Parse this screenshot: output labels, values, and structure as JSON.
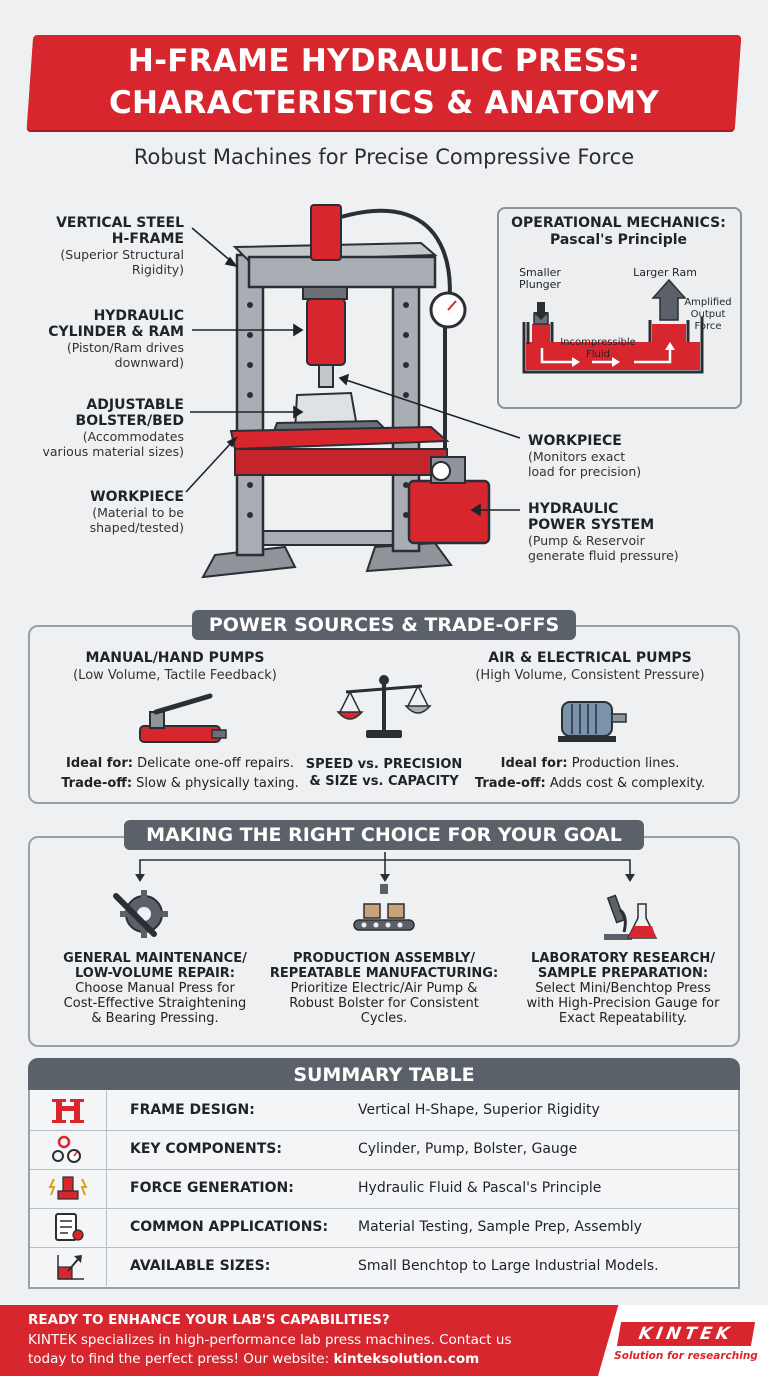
{
  "header": {
    "title_line1": "H-FRAME HYDRAULIC PRESS:",
    "title_line2": "CHARACTERISTICS & ANATOMY",
    "subtitle": "Robust Machines for Precise Compressive Force"
  },
  "anatomy": {
    "frame": {
      "title1": "VERTICAL STEEL",
      "title2": "H-FRAME",
      "desc1": "(Superior Structural",
      "desc2": "Rigidity)"
    },
    "cylinder": {
      "title1": "HYDRAULIC",
      "title2": "CYLINDER & RAM",
      "desc1": "(Piston/Ram drives",
      "desc2": "downward)"
    },
    "bolster": {
      "title1": "ADJUSTABLE",
      "title2": "BOLSTER/BED",
      "desc1": "(Accommodates",
      "desc2": "various material sizes)"
    },
    "workpiece_left": {
      "title": "WORKPIECE",
      "desc1": "(Material to be",
      "desc2": "shaped/tested)"
    },
    "workpiece_right": {
      "title": "WORKPIECE",
      "desc1": "(Monitors exact",
      "desc2": "load for precision)"
    },
    "power": {
      "title1": "HYDRAULIC",
      "title2": "POWER SYSTEM",
      "desc1": "(Pump & Reservoir",
      "desc2": "generate fluid pressure)"
    }
  },
  "mechanics": {
    "title1": "OPERATIONAL MECHANICS:",
    "title2": "Pascal's Principle",
    "smaller1": "Smaller",
    "smaller2": "Plunger",
    "larger": "Larger Ram",
    "amplified1": "Amplified",
    "amplified2": "Output",
    "amplified3": "Force",
    "fluid1": "Incompressible",
    "fluid2": "Fluid"
  },
  "power_sources": {
    "heading": "POWER SOURCES & TRADE-OFFS",
    "manual": {
      "title": "MANUAL/HAND PUMPS",
      "sub": "(Low Volume, Tactile Feedback)",
      "ideal_label": "Ideal for:",
      "ideal_text": " Delicate one-off repairs.",
      "trade_label": "Trade-off:",
      "trade_text": " Slow & physically taxing."
    },
    "center1": "SPEED vs. PRECISION",
    "center2": "& SIZE vs. CAPACITY",
    "electric": {
      "title": "AIR & ELECTRICAL PUMPS",
      "sub": "(High Volume, Consistent Pressure)",
      "ideal_label": "Ideal for:",
      "ideal_text": " Production lines.",
      "trade_label": "Trade-off:",
      "trade_text": " Adds cost & complexity."
    }
  },
  "goals": {
    "heading": "MAKING THE RIGHT CHOICE FOR YOUR GOAL",
    "items": [
      {
        "title1": "GENERAL MAINTENANCE/",
        "title2": "LOW-VOLUME REPAIR:",
        "d1": "Choose Manual Press for",
        "d2": "Cost-Effective Straightening",
        "d3": "& Bearing Pressing."
      },
      {
        "title1": "PRODUCTION ASSEMBLY/",
        "title2": "REPEATABLE MANUFACTURING:",
        "d1": "Prioritize Electric/Air Pump &",
        "d2": "Robust Bolster for Consistent",
        "d3": "Cycles."
      },
      {
        "title1": "LABORATORY RESEARCH/",
        "title2": "SAMPLE PREPARATION:",
        "d1": "Select Mini/Benchtop Press",
        "d2": "with High-Precision Gauge for",
        "d3": "Exact Repeatability."
      }
    ]
  },
  "summary": {
    "heading": "SUMMARY TABLE",
    "rows": [
      {
        "key": "FRAME DESIGN:",
        "value": "Vertical H-Shape, Superior Rigidity",
        "icon": "h-frame-icon"
      },
      {
        "key": "KEY COMPONENTS:",
        "value": "Cylinder, Pump, Bolster, Gauge",
        "icon": "components-icon"
      },
      {
        "key": "FORCE GENERATION:",
        "value": "Hydraulic Fluid & Pascal's Principle",
        "icon": "force-icon"
      },
      {
        "key": "COMMON APPLICATIONS:",
        "value": "Material Testing, Sample Prep, Assembly",
        "icon": "applications-icon"
      },
      {
        "key": "AVAILABLE SIZES:",
        "value": "Small Benchtop to Large Industrial Models.",
        "icon": "sizes-icon"
      }
    ]
  },
  "footer": {
    "heading": "READY TO ENHANCE YOUR LAB'S CAPABILITIES?",
    "line1": "KINTEK specializes in high-performance lab press machines. Contact us",
    "line2_a": "today to find the perfect press! Our website: ",
    "website": "kinteksolution.com",
    "logo": "KINTEK",
    "tagline": "Solution for researching"
  },
  "colors": {
    "brand_red": "#d7262d",
    "slate": "#5b6168",
    "steel": "#a9aeb4"
  }
}
